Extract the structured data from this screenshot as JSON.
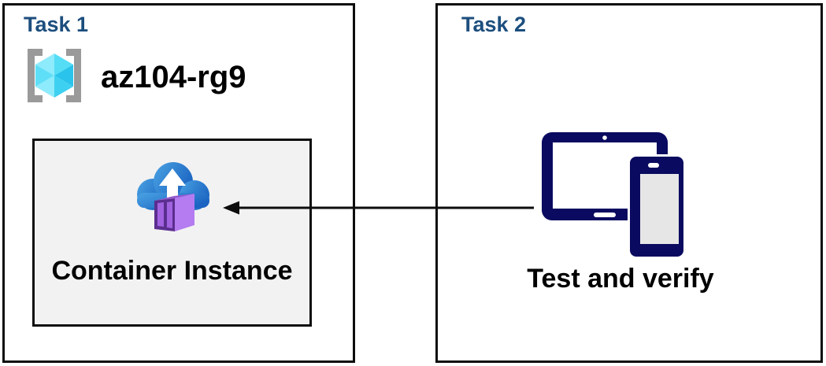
{
  "diagram": {
    "task1": {
      "title": "Task 1",
      "resource_group": {
        "icon": "azure-resource-group-icon",
        "name": "az104-rg9"
      },
      "container_instance": {
        "icon": "azure-container-instance-icon",
        "label": "Container Instance"
      }
    },
    "task2": {
      "title": "Task 2",
      "devices": {
        "icon": "tablet-and-phone-icon"
      },
      "label": "Test and verify"
    },
    "arrow": {
      "from": "Test and verify devices",
      "to": "Container Instance",
      "direction": "right-to-left"
    }
  },
  "colors": {
    "task-title": "#1c4e7e",
    "device-navy": "#0a0a60",
    "panel-fill": "#f2f2f2",
    "border": "#0d0d0d",
    "bracket-gray": "#9a9a9a",
    "cloud-blue-light": "#4aa3e3",
    "cloud-blue-dark": "#1b64c1",
    "container-purple-dark": "#5b2e8f",
    "container-purple-light": "#b47cf0",
    "cube-cyan": "#55ddf6"
  }
}
